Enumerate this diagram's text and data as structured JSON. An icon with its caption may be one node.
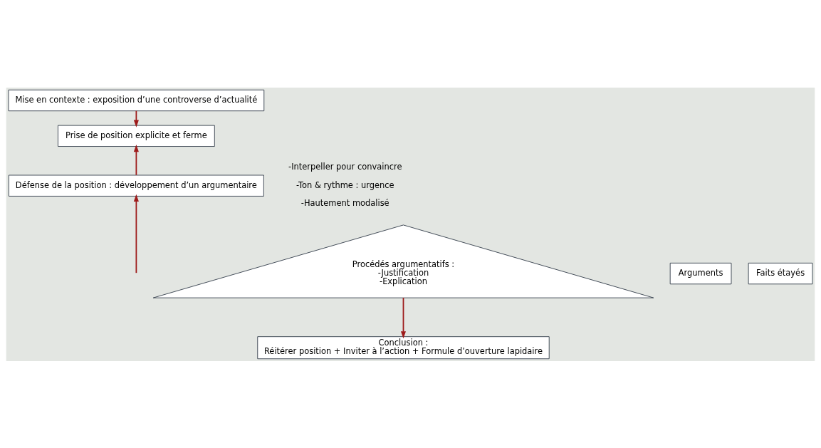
{
  "diagram": {
    "nodes": [
      {
        "text": [
          "Mise en contexte : exposition d’une controverse d’actualité"
        ]
      },
      {
        "text": [
          "Prise de position explicite et ferme"
        ]
      },
      {
        "text": [
          "Défense de la position : développement d’un argumentaire"
        ]
      },
      {
        "text": [
          "Procédés argumentatifs :",
          "-Justification",
          "-Explication"
        ]
      },
      {
        "text": [
          "Arguments"
        ]
      },
      {
        "text": [
          "Faits étayés"
        ]
      },
      {
        "text": [
          "Conclusion :",
          "Réitérer position + Inviter à l’action + Formule d’ouverture lapidaire"
        ]
      }
    ],
    "edges": [
      {
        "from": 0,
        "to": 1,
        "arrow": "to"
      },
      {
        "from": 2,
        "to": 1,
        "arrow": "to"
      },
      {
        "from": null,
        "to": 2,
        "arrow": "to"
      },
      {
        "from": 3,
        "to": 6,
        "arrow": "to"
      }
    ],
    "labels": [
      "-Interpeller pour convaincre",
      "-Ton & rythme : urgence",
      "-Hautement modalisé"
    ]
  }
}
